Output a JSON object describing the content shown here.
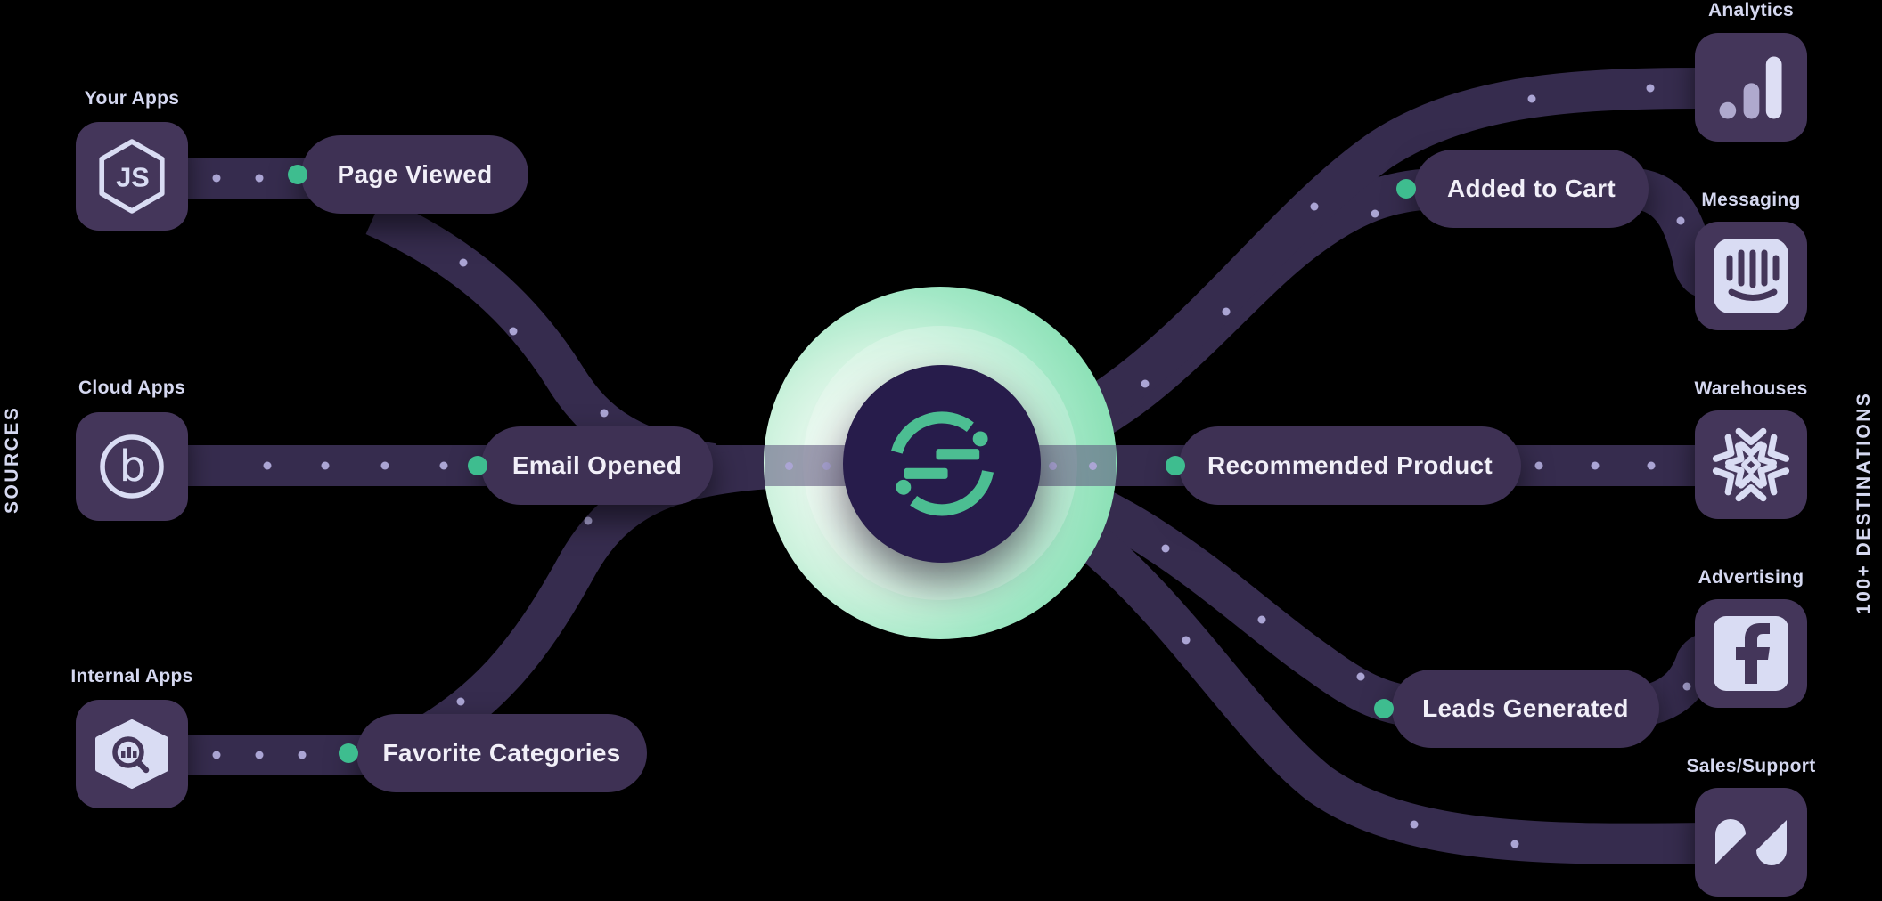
{
  "diagram": {
    "left_rail_label": "SOURCES",
    "right_rail_label": "100+ DESTINATIONS",
    "sources": [
      {
        "label": "Your Apps",
        "icon": "nodejs-icon"
      },
      {
        "label": "Cloud Apps",
        "icon": "braze-icon"
      },
      {
        "label": "Internal Apps",
        "icon": "bigquery-icon"
      }
    ],
    "events": [
      {
        "label": "Page Viewed"
      },
      {
        "label": "Email Opened"
      },
      {
        "label": "Favorite Categories"
      },
      {
        "label": "Added to Cart"
      },
      {
        "label": "Recommended Product"
      },
      {
        "label": "Leads Generated"
      }
    ],
    "destinations": [
      {
        "label": "Analytics",
        "icon": "google-analytics-icon"
      },
      {
        "label": "Messaging",
        "icon": "intercom-icon"
      },
      {
        "label": "Warehouses",
        "icon": "snowflake-icon"
      },
      {
        "label": "Advertising",
        "icon": "facebook-icon"
      },
      {
        "label": "Sales/Support",
        "icon": "zendesk-icon"
      }
    ],
    "center": {
      "logo": "segment-logo"
    },
    "colors": {
      "background": "#000000",
      "card": "#44365A",
      "pill": "#3E3154",
      "band": "#362C4E",
      "label_text": "#D5D8F0",
      "pill_text": "#F1EFF8",
      "icon": "#D9DCF3",
      "event_dot": "#3EBD8F",
      "path_dot": "#ABA5D4",
      "logo_green": "#4CBE92",
      "logo_circle": "#271C4B"
    }
  }
}
